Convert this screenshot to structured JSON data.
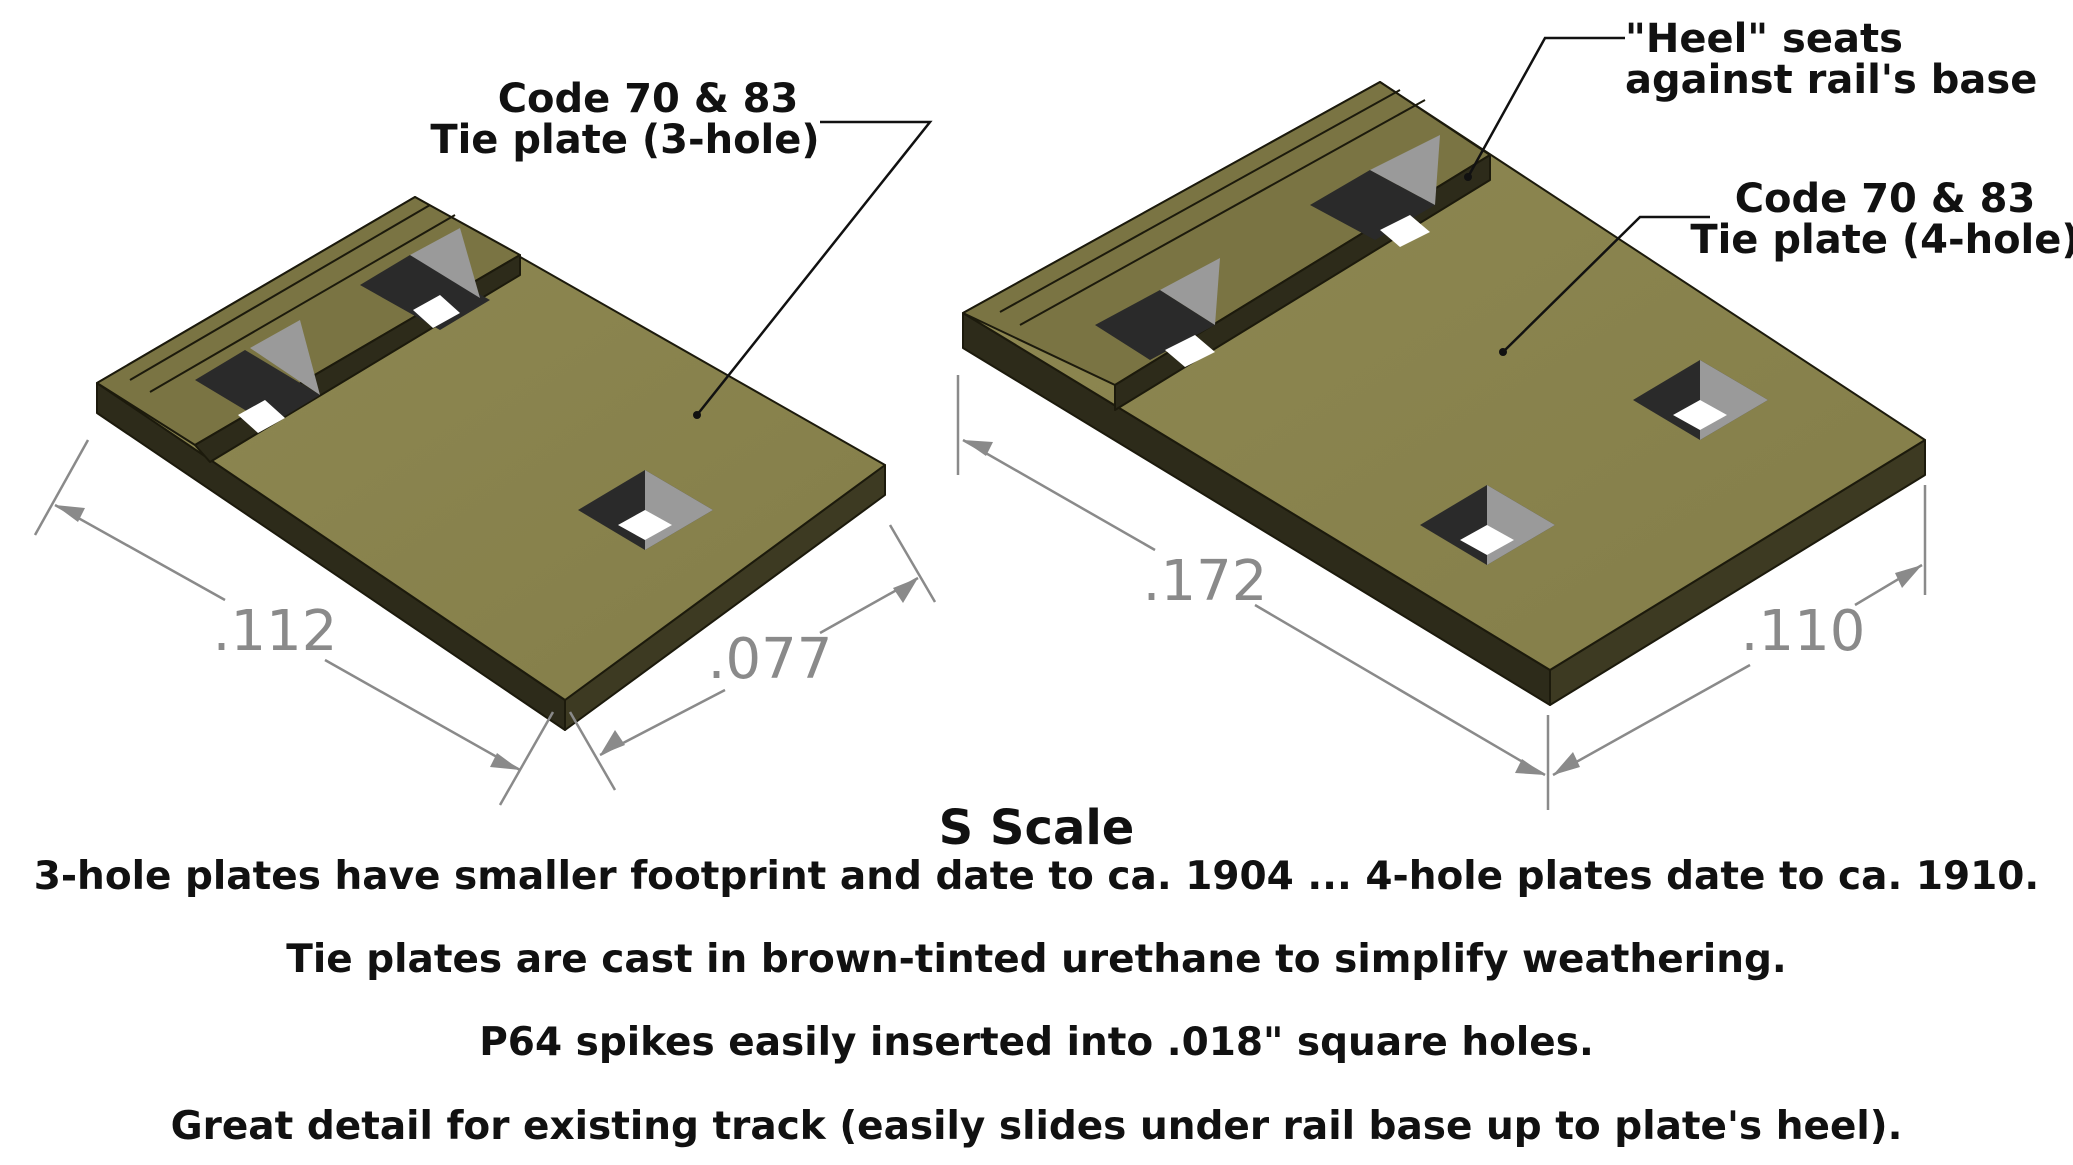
{
  "labels": {
    "three_hole_line1": "Code 70 & 83",
    "three_hole_line2": "Tie plate (3-hole)",
    "heel_line1": "\"Heel\" seats",
    "heel_line2": "against rail's base",
    "four_hole_line1": "Code 70 & 83",
    "four_hole_line2": "Tie plate (4-hole)"
  },
  "dimensions": {
    "three_hole_length": ".112",
    "three_hole_width": ".077",
    "four_hole_length": ".172",
    "four_hole_width": ".110"
  },
  "title": "S Scale",
  "notes": [
    "3-hole plates have smaller footprint and date to ca. 1904 ... 4-hole plates date to ca. 1910.",
    "Tie plates are cast in brown-tinted urethane to simplify weathering.",
    "P64 spikes easily inserted into .018\" square holes.",
    "Great detail for existing track (easily slides under rail base up to plate's heel)."
  ],
  "colors": {
    "plate_top": "#8b854f",
    "plate_side": "#2d2b1a",
    "plate_front": "#3d3a22",
    "hole_wall_light": "#9a9a9a",
    "hole_wall_dark": "#3a3a3a",
    "dimension_gray": "#8a8a8a"
  }
}
